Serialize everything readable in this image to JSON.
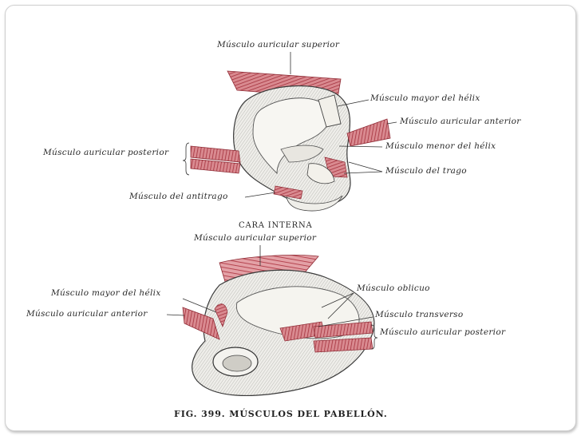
{
  "top": {
    "labels": {
      "auricular_superior": "Músculo auricular superior",
      "mayor_helix": "Músculo mayor del hélix",
      "auricular_anterior": "Músculo auricular anterior",
      "auricular_posterior": "Músculo auricular posterior",
      "menor_helix": "Músculo menor del hélix",
      "trago": "Músculo del trago",
      "antitrago": "Músculo del antitrago"
    }
  },
  "middle": {
    "heading": "CARA INTERNA"
  },
  "bottom": {
    "labels": {
      "auricular_superior": "Músculo auricular superior",
      "mayor_helix": "Músculo mayor del hélix",
      "oblicuo": "Músculo oblicuo",
      "auricular_anterior": "Músculo auricular anterior",
      "transverso": "Músculo transverso",
      "auricular_posterior": "Músculo auricular posterior"
    }
  },
  "caption": "FIG. 399. MÚSCULOS DEL PABELLÓN.",
  "colors": {
    "muscle": "#b8454f",
    "muscle_light": "#d98a90",
    "ink": "#3a3a3a",
    "cartilage": "#efeeea"
  }
}
